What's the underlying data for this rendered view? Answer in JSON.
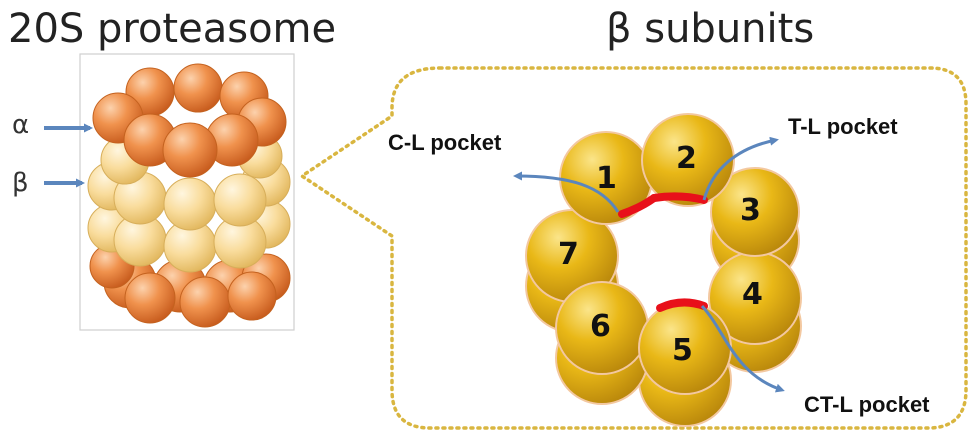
{
  "titles": {
    "left": "20S proteasome",
    "right": "β subunits"
  },
  "labels": {
    "alpha": "α",
    "beta": "β"
  },
  "subunit_numbers": [
    "1",
    "2",
    "3",
    "4",
    "5",
    "6",
    "7"
  ],
  "pockets": {
    "cl": "C-L pocket",
    "tl": "T-L pocket",
    "ctl": "CT-L pocket"
  },
  "colors": {
    "alpha_sphere": "#ee8a48",
    "beta_sphere": "#f9d994",
    "subunit_sphere": "#e8b514",
    "active_site": "#e8101a",
    "arrow": "#5b86bd",
    "dotted_outline": "#d9b640"
  }
}
